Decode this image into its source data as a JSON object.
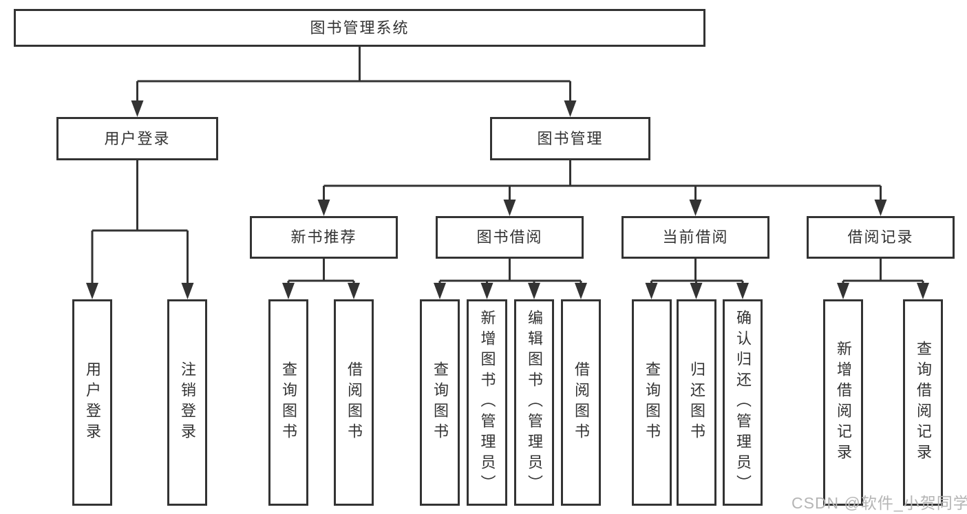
{
  "colors": {
    "border": "#333333",
    "text": "#333333",
    "line": "#333333",
    "watermark": "#b5b5b5",
    "background": "#ffffff"
  },
  "watermark": {
    "text": "CSDN @软件_小贺同学"
  },
  "tree": {
    "root": {
      "label": "图书管理系统"
    },
    "level2": [
      {
        "label": "用户登录",
        "children": [
          {
            "label": "用户登录"
          },
          {
            "label": "注销登录"
          }
        ]
      },
      {
        "label": "图书管理",
        "children": [
          {
            "label": "新书推荐",
            "children": [
              {
                "label": "查询图书"
              },
              {
                "label": "借阅图书"
              }
            ]
          },
          {
            "label": "图书借阅",
            "children": [
              {
                "label": "查询图书"
              },
              {
                "label": "新增图书（管理员）"
              },
              {
                "label": "编辑图书（管理员）"
              },
              {
                "label": "借阅图书"
              }
            ]
          },
          {
            "label": "当前借阅",
            "children": [
              {
                "label": "查询图书"
              },
              {
                "label": "归还图书"
              },
              {
                "label": "确认归还（管理员）"
              }
            ]
          },
          {
            "label": "借阅记录",
            "children": [
              {
                "label": "新增借阅记录"
              },
              {
                "label": "查询借阅记录"
              }
            ]
          }
        ]
      }
    ]
  }
}
